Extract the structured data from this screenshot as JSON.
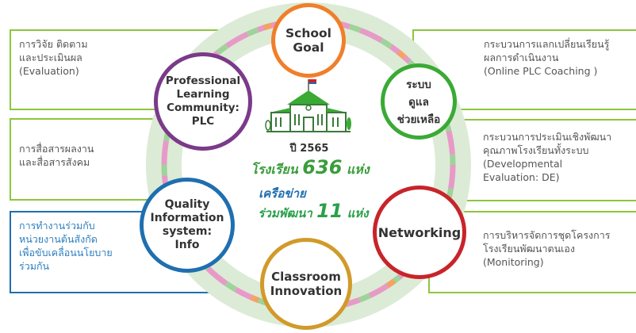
{
  "colors": {
    "green": "#8cc63f",
    "blue": "#1f6fb0",
    "orange": "#f07f2a",
    "purple": "#7b3a8a",
    "node_green": "#3aaa35",
    "red": "#c8242b",
    "gold": "#d19a2a",
    "teal": "#2d8ca8",
    "center_green": "#3a9d3a",
    "center_blue": "#1f6fb0",
    "ring_bg": "#dcebd6"
  },
  "boxes": {
    "top_left": [
      "การวิจัย ติดตาม",
      "และประเมินผล",
      "(Evaluation)"
    ],
    "mid_left": [
      "การสื่อสารผลงาน",
      "และสื่อสารสังคม"
    ],
    "bottom_left": [
      "การทำงานร่วมกับ",
      "หน่วยงานต้นสังกัด",
      "เพื่อขับเคลื่อนนโยบาย",
      "ร่วมกัน"
    ],
    "top_right": [
      "กระบวนการแลกเปลี่ยนเรียนรู้",
      "ผลการดำเนินงาน",
      "(Online PLC Coaching )"
    ],
    "mid_right": [
      "กระบวนการประเมินเชิงพัฒนา",
      "คุณภาพโรงเรียนทั้งระบบ",
      "(Developmental",
      "Evaluation: DE)"
    ],
    "bottom_right": [
      "การบริหารจัดการชุดโครงการ",
      "โรงเรียนพัฒนาตนเอง",
      "(Monitoring)"
    ]
  },
  "nodes": {
    "school_goal": "School\nGoal",
    "support": "ระบบ\nดูแล\nช่วยเหลือ",
    "networking": "Networking",
    "classroom": "Classroom\nInnovation",
    "info": "Quality\nInformation\nsystem:\nInfo",
    "plc": "Professional\nLearning\nCommunity:\nPLC"
  },
  "center": {
    "year": "ปี 2565",
    "schools_prefix": "โรงเรียน",
    "schools_count": "636",
    "schools_suffix": "แห่ง",
    "network_line1": "เครือข่าย",
    "network_prefix": "ร่วมพัฒนา",
    "network_count": "11",
    "network_suffix": "แห่ง"
  }
}
